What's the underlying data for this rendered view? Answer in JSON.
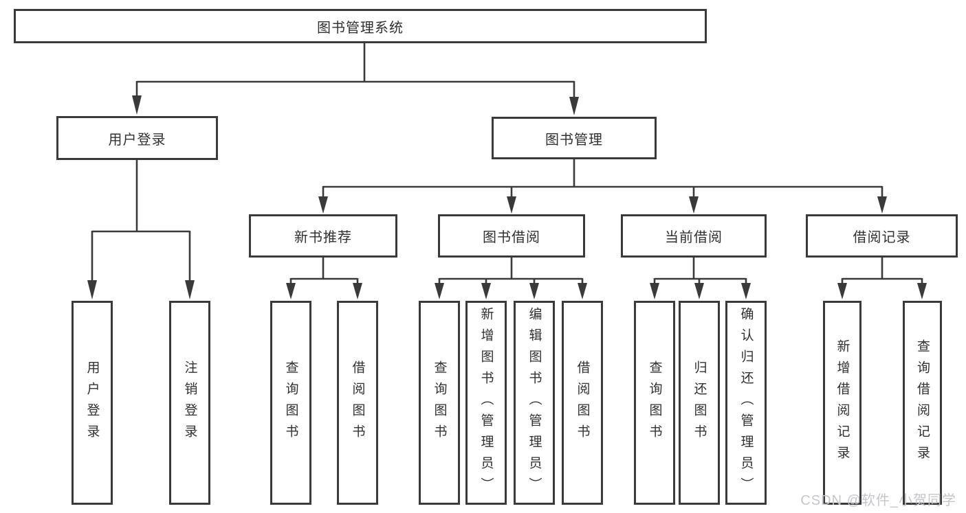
{
  "diagram": {
    "title": "图书管理系统",
    "nodes": {
      "root": {
        "label": "图书管理系统"
      },
      "level2": [
        {
          "id": "user-login",
          "label": "用户登录"
        },
        {
          "id": "book-management",
          "label": "图书管理"
        }
      ],
      "level3": [
        {
          "id": "new-book-recommend",
          "label": "新书推荐",
          "parent": "book-management"
        },
        {
          "id": "book-borrow",
          "label": "图书借阅",
          "parent": "book-management"
        },
        {
          "id": "current-borrow",
          "label": "当前借阅",
          "parent": "book-management"
        },
        {
          "id": "borrow-record",
          "label": "借阅记录",
          "parent": "book-management"
        }
      ],
      "leaves": [
        {
          "label": "用户登录",
          "parent": "user-login"
        },
        {
          "label": "注销登录",
          "parent": "user-login"
        },
        {
          "label": "查询图书",
          "parent": "new-book-recommend"
        },
        {
          "label": "借阅图书",
          "parent": "new-book-recommend"
        },
        {
          "label": "查询图书",
          "parent": "book-borrow"
        },
        {
          "label": "新增图书（管理员）",
          "parent": "book-borrow"
        },
        {
          "label": "编辑图书（管理员）",
          "parent": "book-borrow"
        },
        {
          "label": "借阅图书",
          "parent": "book-borrow"
        },
        {
          "label": "查询图书",
          "parent": "current-borrow"
        },
        {
          "label": "归还图书",
          "parent": "current-borrow"
        },
        {
          "label": "确认归还（管理员）",
          "parent": "current-borrow"
        },
        {
          "label": "新增借阅记录",
          "parent": "borrow-record"
        },
        {
          "label": "查询借阅记录",
          "parent": "borrow-record"
        }
      ]
    },
    "colors": {
      "line": "#3a3a3a",
      "box_border": "#3a3a3a",
      "text": "#303030",
      "background": "#ffffff",
      "watermark_text_color": "#c6c6ca"
    }
  },
  "watermark": {
    "text": "CSDN @软件_小贺同学"
  }
}
